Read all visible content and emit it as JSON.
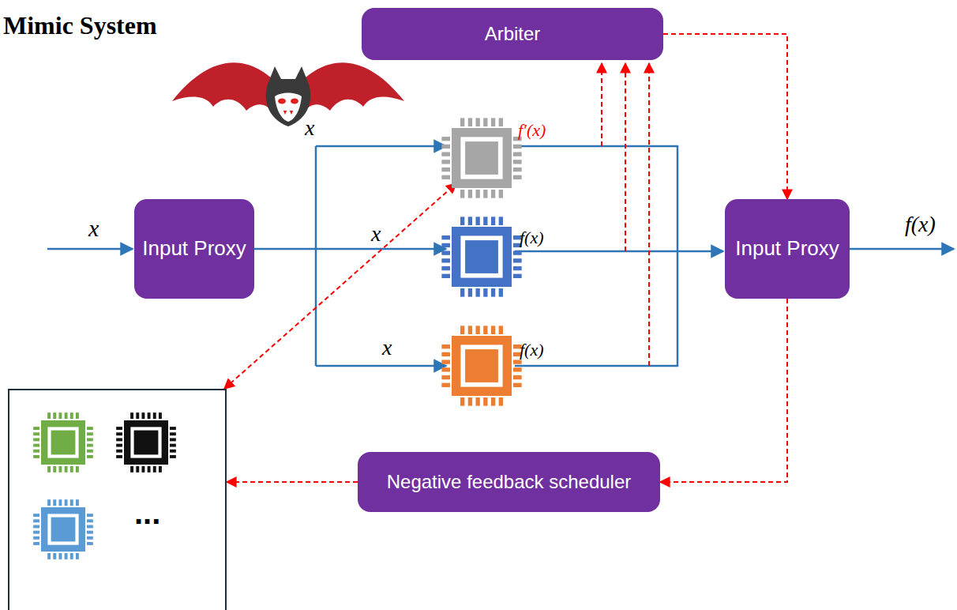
{
  "diagram": {
    "title": "Mimic System",
    "nodes": [
      {
        "text": [
          "Arbiter"
        ]
      },
      {
        "text": [
          "Input Proxy"
        ]
      },
      {
        "text": [
          "Input Proxy"
        ]
      },
      {
        "text": [
          "Negative feedback scheduler"
        ]
      },
      {
        "text": [
          "..."
        ]
      }
    ],
    "edges": [
      {
        "from": 0,
        "to": 2,
        "arrow": "to"
      },
      {
        "from": 2,
        "to": 3,
        "arrow": "to"
      },
      {
        "from": 3,
        "to": 4,
        "arrow": "to"
      }
    ],
    "labels": [
      "x",
      "x",
      "x",
      "x",
      "f′(x)",
      "f(x)",
      "f(x)",
      "f(x)"
    ]
  }
}
